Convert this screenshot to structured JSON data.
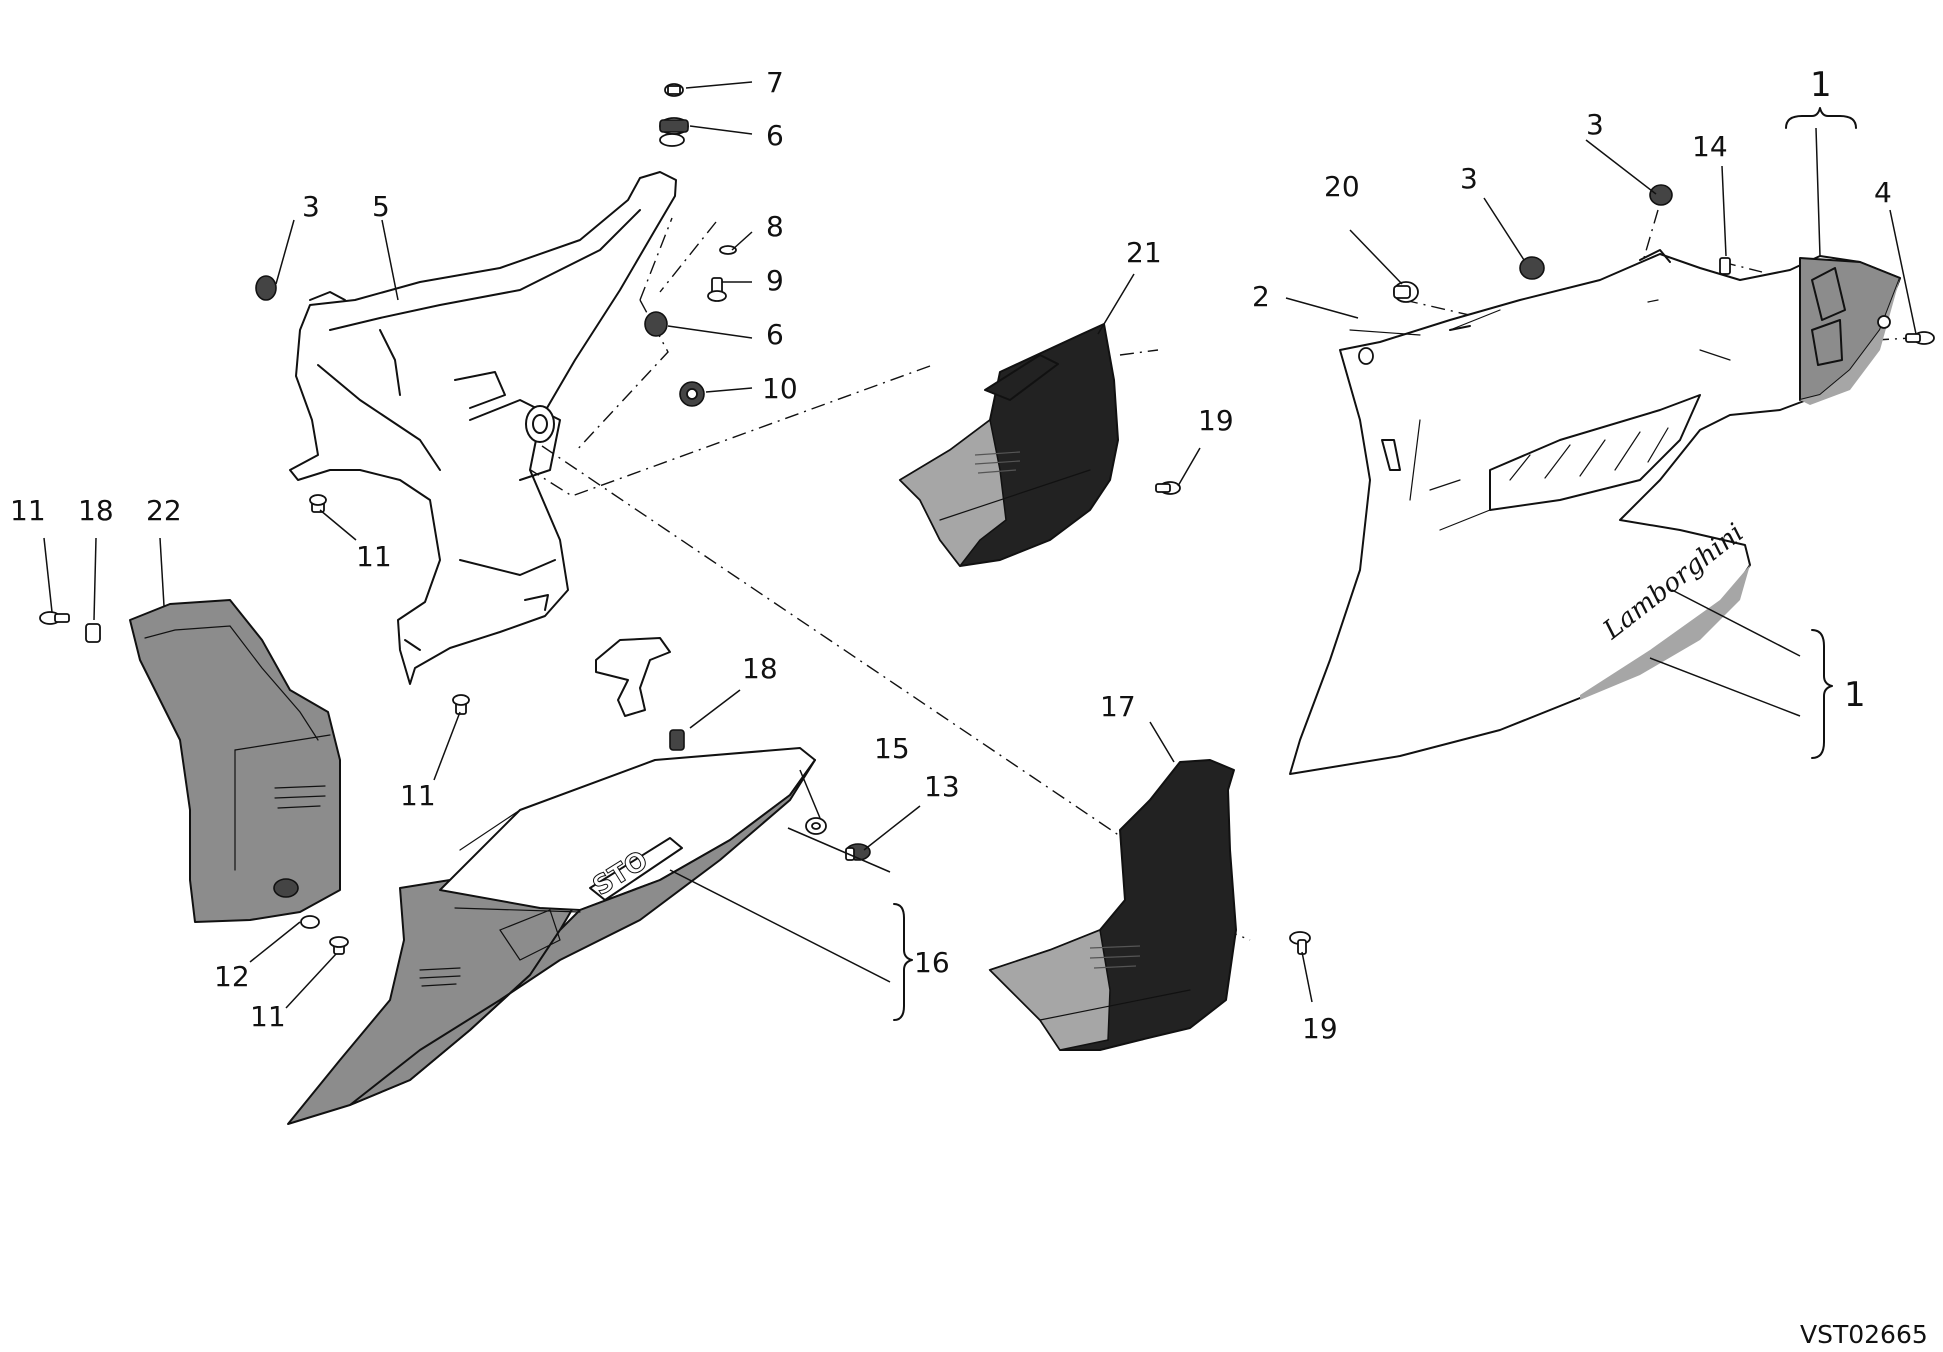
{
  "drawing_code": "VST02665",
  "brand_script": "Lamborghini",
  "badge_text": "STO",
  "colors": {
    "ink": "#111111",
    "dark_panel": "#222222",
    "grey_panel": "#8c8c8c",
    "light_stripe": "#a6a6a6",
    "background": "#ffffff"
  },
  "callouts": {
    "c7": "7",
    "c6a": "6",
    "c8": "8",
    "c9": "9",
    "c6b": "6",
    "c10": "10",
    "c3a": "3",
    "c5": "5",
    "c11a": "11",
    "c11b": "11",
    "c11c": "11",
    "c18a": "18",
    "c22": "22",
    "c12": "12",
    "c11d": "11",
    "c21": "21",
    "c19a": "19",
    "c18b": "18",
    "c15": "15",
    "c13": "13",
    "c16": "16",
    "c17": "17",
    "c19b": "19",
    "c1top": "1",
    "c3b": "3",
    "c3c": "3",
    "c14": "14",
    "c4": "4",
    "c20": "20",
    "c2": "2",
    "c1right": "1"
  }
}
